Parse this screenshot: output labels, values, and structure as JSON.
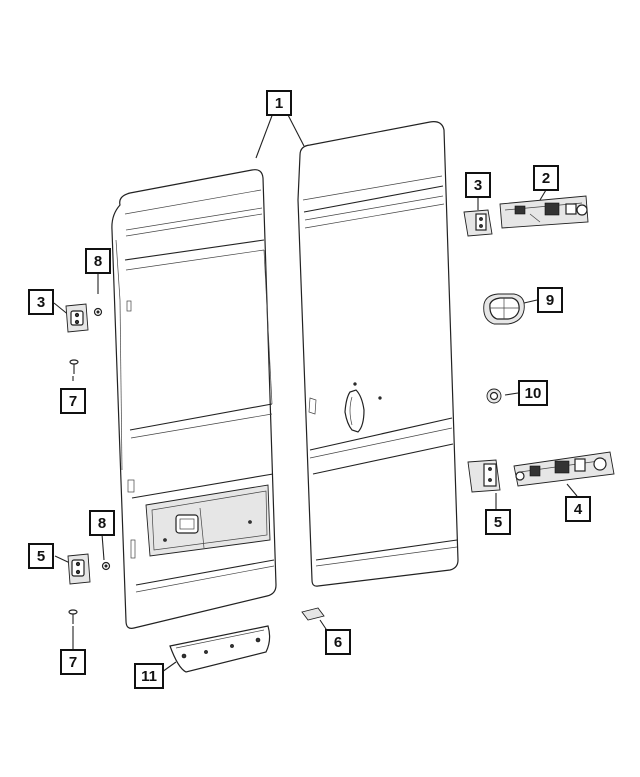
{
  "callouts": [
    {
      "id": "callout-1",
      "label": "1"
    },
    {
      "id": "callout-2",
      "label": "2"
    },
    {
      "id": "callout-3a",
      "label": "3"
    },
    {
      "id": "callout-3b",
      "label": "3"
    },
    {
      "id": "callout-4",
      "label": "4"
    },
    {
      "id": "callout-5a",
      "label": "5"
    },
    {
      "id": "callout-5b",
      "label": "5"
    },
    {
      "id": "callout-6",
      "label": "6"
    },
    {
      "id": "callout-7a",
      "label": "7"
    },
    {
      "id": "callout-7b",
      "label": "7"
    },
    {
      "id": "callout-8a",
      "label": "8"
    },
    {
      "id": "callout-8b",
      "label": "8"
    },
    {
      "id": "callout-9",
      "label": "9"
    },
    {
      "id": "callout-10",
      "label": "10"
    },
    {
      "id": "callout-11",
      "label": "11"
    }
  ],
  "colors": {
    "line": "#222222",
    "panel": "#ffffff",
    "part_fill": "#e6e6e6"
  }
}
